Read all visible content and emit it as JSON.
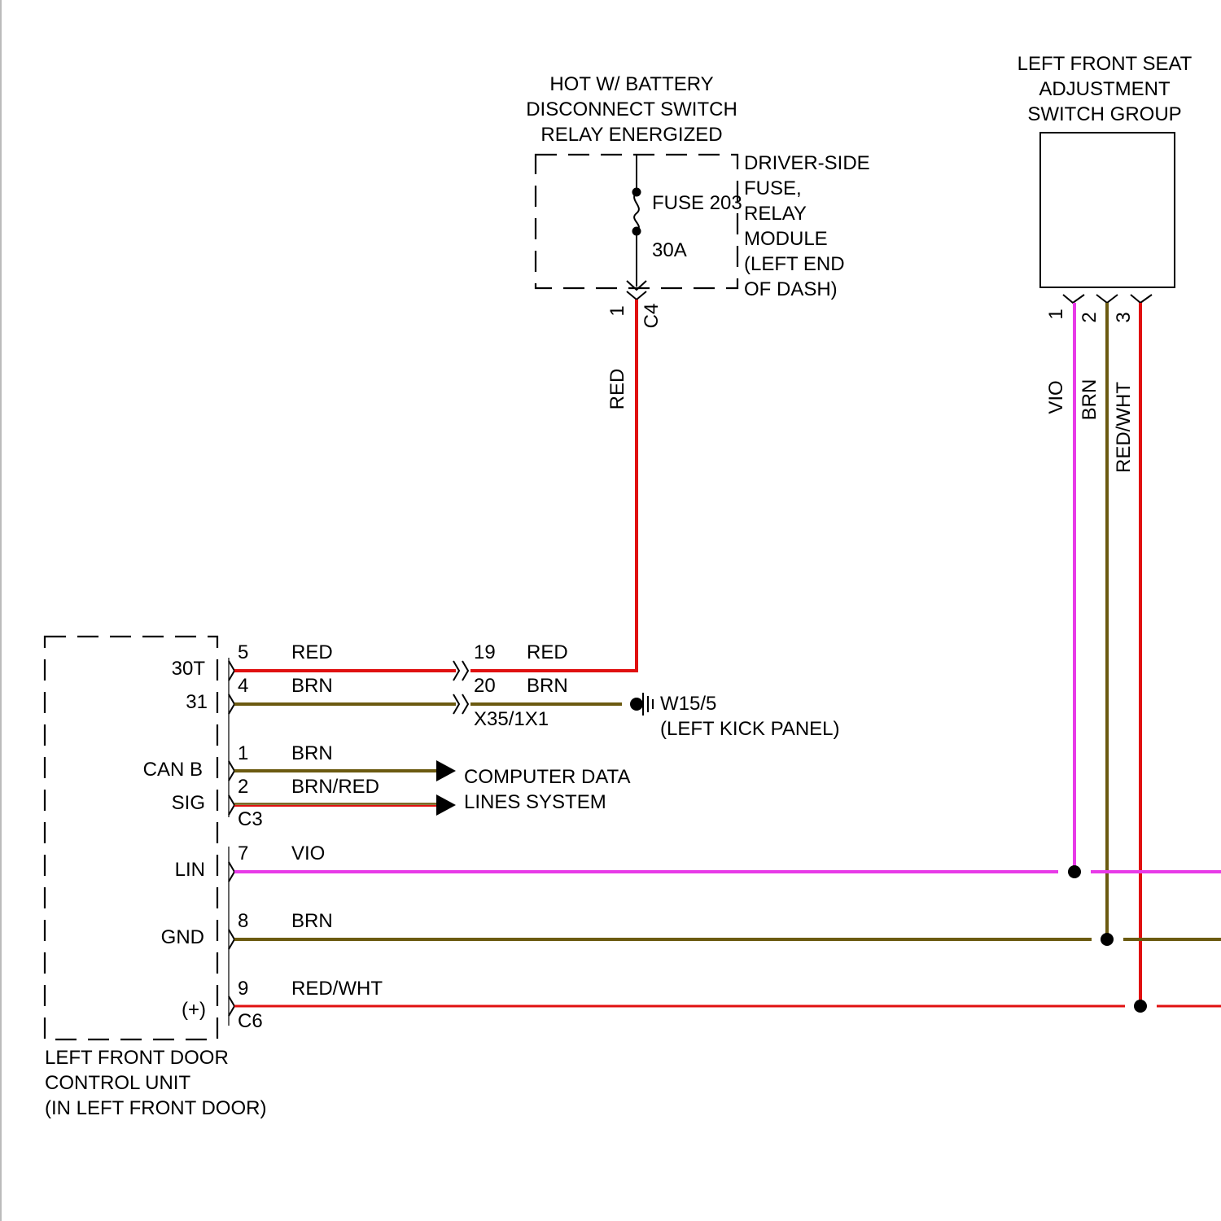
{
  "colors": {
    "red": "#e01010",
    "brown": "#6b5a10",
    "violet": "#e83ae8",
    "red_white": "#e01010",
    "black": "#000000"
  },
  "fuse_block": {
    "header": [
      "HOT W/ BATTERY",
      "DISCONNECT SWITCH",
      "RELAY ENERGIZED"
    ],
    "side_label": [
      "DRIVER-SIDE",
      "FUSE,",
      "RELAY",
      "MODULE",
      "(LEFT END",
      "OF DASH)"
    ],
    "fuse_name": "FUSE 203",
    "fuse_rating": "30A",
    "pin": "1",
    "connector": "C4",
    "wire_color": "RED"
  },
  "seat_switch": {
    "title": [
      "LEFT FRONT SEAT",
      "ADJUSTMENT",
      "SWITCH GROUP"
    ],
    "pins": [
      "1",
      "2",
      "3"
    ],
    "wire_colors": [
      "VIO",
      "BRN",
      "RED/WHT"
    ]
  },
  "door_unit": {
    "title": [
      "LEFT FRONT DOOR",
      "CONTROL UNIT",
      "(IN LEFT FRONT DOOR)"
    ],
    "terminals": [
      "30T",
      "31",
      "CAN B",
      "SIG",
      "LIN",
      "GND",
      "(+)"
    ],
    "connectors": [
      "C3",
      "C6"
    ]
  },
  "circuits": {
    "c30t": {
      "pin": "5",
      "color": "RED",
      "inline_pin": "19",
      "inline_color": "RED"
    },
    "c31": {
      "pin": "4",
      "color": "BRN",
      "inline_pin": "20",
      "inline_color": "BRN"
    },
    "inline_connector": "X35/1X1",
    "ground": [
      "W15/5",
      "(LEFT KICK PANEL)"
    ],
    "can_b": {
      "pin": "1",
      "color": "BRN"
    },
    "sig": {
      "pin": "2",
      "color": "BRN/RED"
    },
    "data_lines": [
      "COMPUTER DATA",
      "LINES SYSTEM"
    ],
    "lin": {
      "pin": "7",
      "color": "VIO"
    },
    "gnd": {
      "pin": "8",
      "color": "BRN"
    },
    "plus": {
      "pin": "9",
      "color": "RED/WHT"
    }
  }
}
